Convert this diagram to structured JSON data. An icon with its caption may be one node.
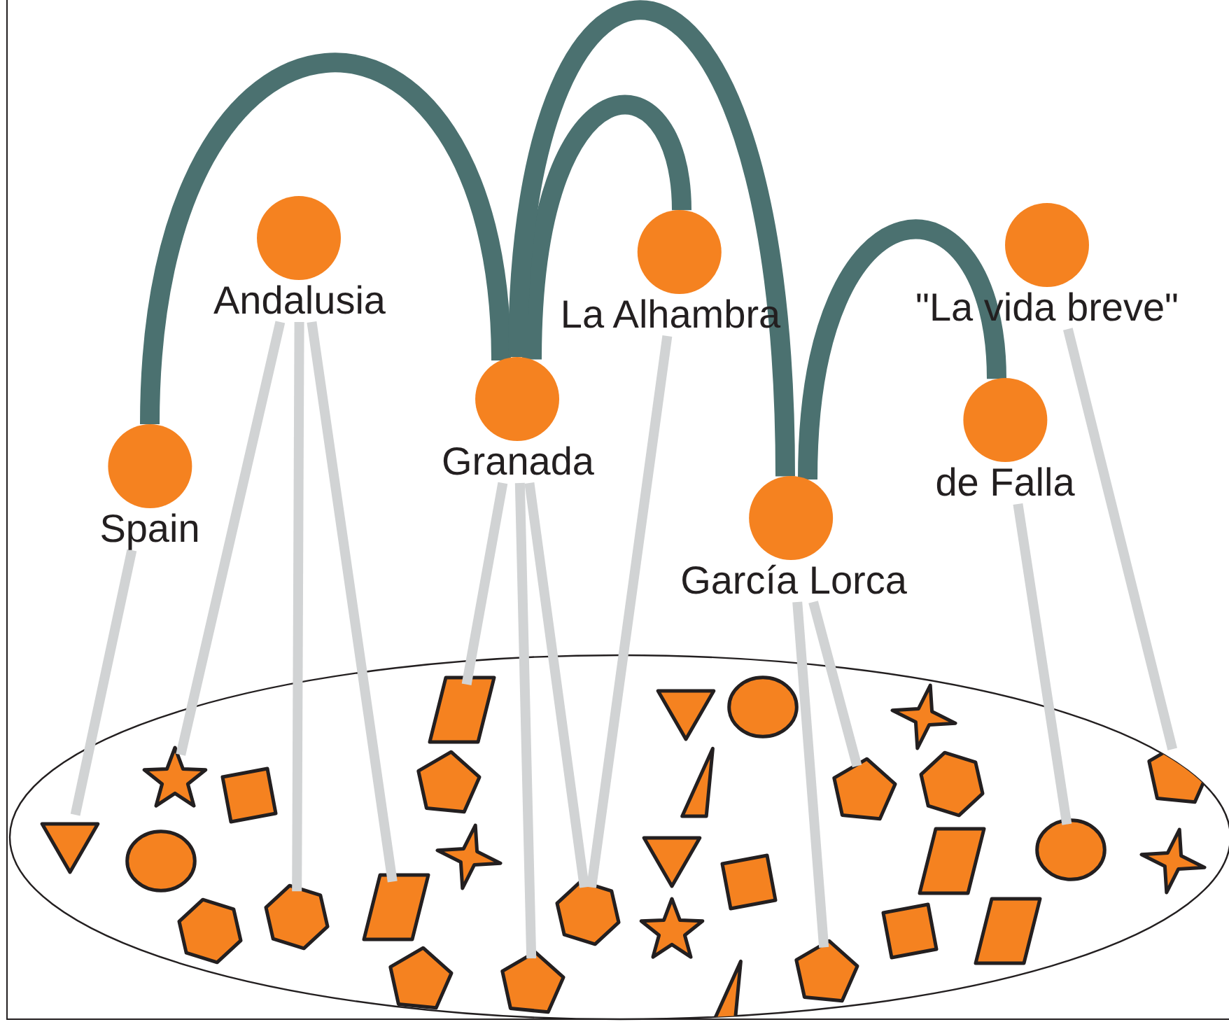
{
  "diagram": {
    "nodes": [
      {
        "text": [
          "Spain"
        ]
      },
      {
        "text": [
          "Andalusia"
        ]
      },
      {
        "text": [
          "Granada"
        ]
      },
      {
        "text": [
          "La Alhambra"
        ]
      },
      {
        "text": [
          "García Lorca"
        ]
      },
      {
        "text": [
          "de Falla"
        ]
      },
      {
        "text": [
          "\"La vida breve\""
        ]
      },
      {
        "text": [],
        "shape": "ellipse"
      },
      {
        "text": [],
        "shape": "parallelogram",
        "in": 7
      },
      {
        "text": [],
        "shape": "triangle",
        "in": 7
      },
      {
        "text": [],
        "shape": "circle",
        "in": 7
      },
      {
        "text": [],
        "shape": "sparkle",
        "in": 7
      },
      {
        "text": [],
        "shape": "star",
        "in": 7
      },
      {
        "text": [],
        "shape": "diamond",
        "in": 7
      },
      {
        "text": [],
        "shape": "pentagon",
        "in": 7
      },
      {
        "text": [],
        "shape": "spike",
        "in": 7
      },
      {
        "text": [],
        "shape": "pentagon",
        "in": 7
      },
      {
        "text": [],
        "shape": "hexagon",
        "in": 7
      },
      {
        "text": [],
        "shape": "pentagon",
        "in": 7
      },
      {
        "text": [],
        "shape": "triangle",
        "in": 7
      },
      {
        "text": [],
        "shape": "circle",
        "in": 7
      },
      {
        "text": [],
        "shape": "sparkle",
        "in": 7
      },
      {
        "text": [],
        "shape": "triangle",
        "in": 7
      },
      {
        "text": [],
        "shape": "diamond",
        "in": 7
      },
      {
        "text": [],
        "shape": "parallelogram",
        "in": 7
      },
      {
        "text": [],
        "shape": "circle",
        "in": 7
      },
      {
        "text": [],
        "shape": "sparkle",
        "in": 7
      },
      {
        "text": [],
        "shape": "hexagon",
        "in": 7
      },
      {
        "text": [],
        "shape": "hexagon",
        "in": 7
      },
      {
        "text": [],
        "shape": "parallelogram",
        "in": 7
      },
      {
        "text": [],
        "shape": "hexagon",
        "in": 7
      },
      {
        "text": [],
        "shape": "star",
        "in": 7
      },
      {
        "text": [],
        "shape": "diamond",
        "in": 7
      },
      {
        "text": [],
        "shape": "parallelogram",
        "in": 7
      },
      {
        "text": [],
        "shape": "pentagon",
        "in": 7
      },
      {
        "text": [],
        "shape": "pentagon",
        "in": 7
      },
      {
        "text": [],
        "shape": "spike",
        "in": 7
      },
      {
        "text": [],
        "shape": "pentagon",
        "in": 7
      }
    ],
    "edges": [
      {
        "from": 0,
        "to": 2,
        "arrow": "none",
        "style": "thick",
        "color": "#4b7170"
      },
      {
        "from": 2,
        "to": 3,
        "arrow": "none",
        "style": "thick",
        "color": "#4b7170"
      },
      {
        "from": 2,
        "to": 4,
        "arrow": "none",
        "style": "thick",
        "color": "#4b7170"
      },
      {
        "from": 4,
        "to": 5,
        "arrow": "none",
        "style": "thick",
        "color": "#4b7170"
      },
      {
        "from": 0,
        "to": 19,
        "arrow": "none"
      },
      {
        "from": 1,
        "to": 12,
        "arrow": "none"
      },
      {
        "from": 1,
        "to": 28,
        "arrow": "none"
      },
      {
        "from": 1,
        "to": 29,
        "arrow": "none"
      },
      {
        "from": 2,
        "to": 8,
        "arrow": "none"
      },
      {
        "from": 2,
        "to": 35,
        "arrow": "none"
      },
      {
        "from": 2,
        "to": 30,
        "arrow": "none"
      },
      {
        "from": 3,
        "to": 30,
        "arrow": "none"
      },
      {
        "from": 4,
        "to": 37,
        "arrow": "none"
      },
      {
        "from": 4,
        "to": 16,
        "arrow": "none"
      },
      {
        "from": 5,
        "to": 25,
        "arrow": "none"
      },
      {
        "from": 6,
        "to": 18,
        "arrow": "none"
      }
    ]
  }
}
